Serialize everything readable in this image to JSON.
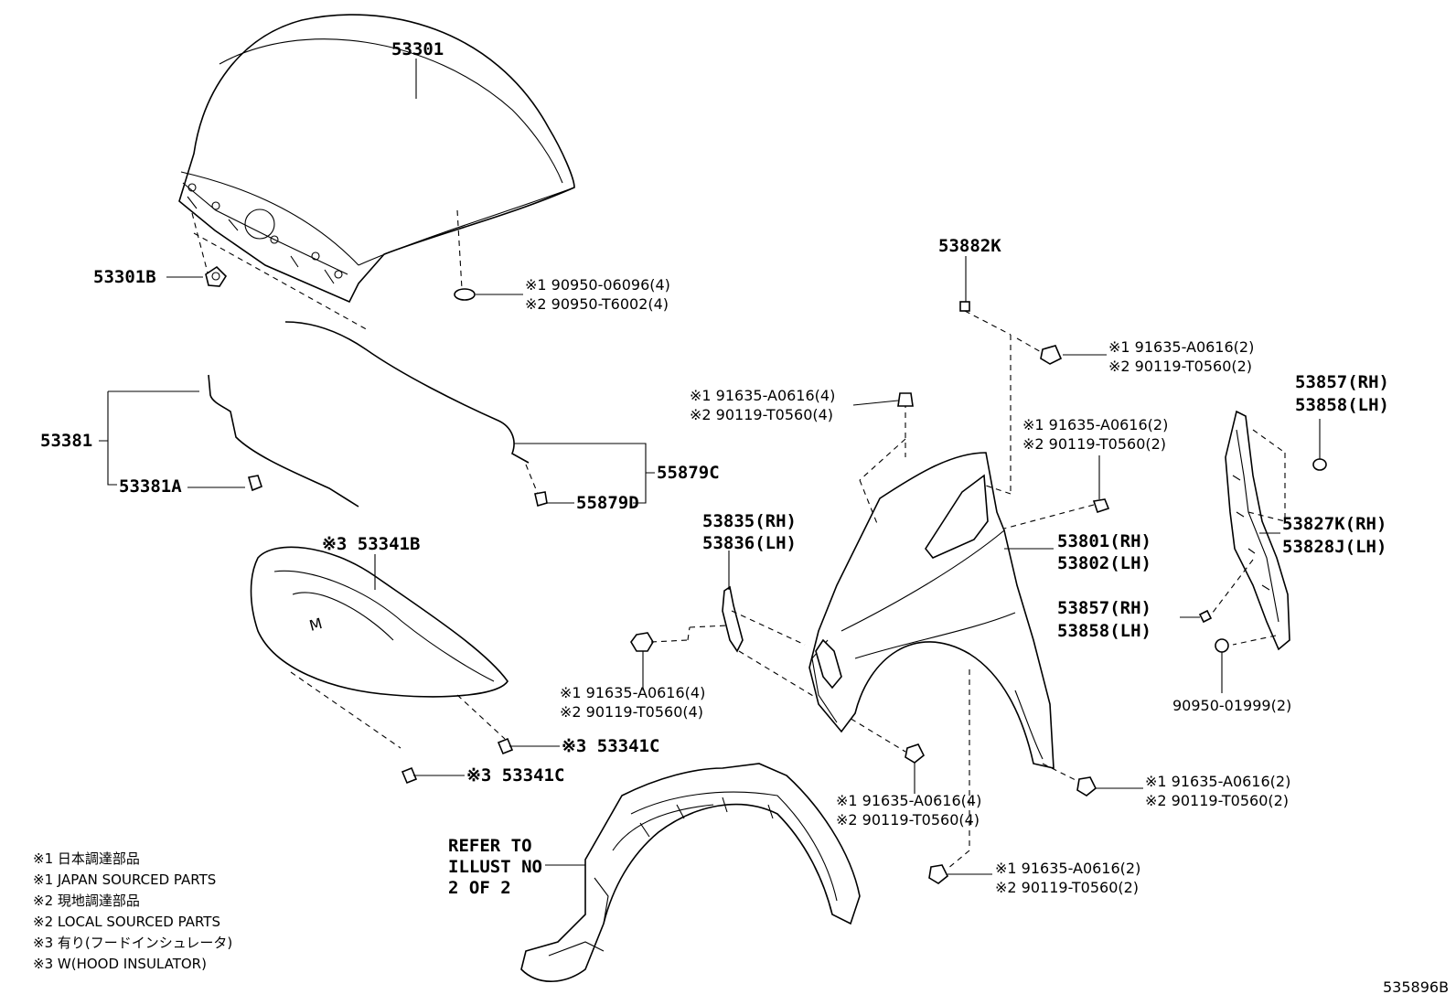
{
  "labels": {
    "hood": "53301",
    "hood_cushion": "53301B",
    "hood_plug_1": "※1 90950-06096(4)",
    "hood_plug_2": "※2 90950-T6002(4)",
    "seal_group": "53381",
    "seal_clip": "53381A",
    "rear_seal_group": "55879C",
    "rear_seal_clip": "55879D",
    "insulator": "※3 53341B",
    "insulator_clip_a": "※3 53341C",
    "insulator_clip_b": "※3 53341C",
    "bracket_rh": "53835(RH)",
    "bracket_lh": "53836(LH)",
    "bolt_bracket_1": "※1 91635-A0616(4)",
    "bolt_bracket_2": "※2 90119-T0560(4)",
    "bolt_fender_top_1": "※1 91635-A0616(4)",
    "bolt_fender_top_2": "※2 90119-T0560(4)",
    "nut_882k": "53882K",
    "bolt_upper_1": "※1 91635-A0616(2)",
    "bolt_upper_2": "※2 90119-T0560(2)",
    "bolt_mid_1": "※1 91635-A0616(2)",
    "bolt_mid_2": "※2 90119-T0560(2)",
    "fender_rh": "53801(RH)",
    "fender_lh": "53802(LH)",
    "seal_plug_rh": "53857(RH)",
    "seal_plug_lh": "53858(LH)",
    "liner_rh": "53827K(RH)",
    "liner_lh": "53828J(LH)",
    "clip_rh": "53857(RH)",
    "clip_lh": "53858(LH)",
    "grommet": "90950-01999(2)",
    "bolt_lower_1": "※1 91635-A0616(4)",
    "bolt_lower_2": "※2 90119-T0560(4)",
    "bolt_rear_1": "※1 91635-A0616(2)",
    "bolt_rear_2": "※2 90119-T0560(2)",
    "bolt_bottom_1": "※1 91635-A0616(2)",
    "bolt_bottom_2": "※2 90119-T0560(2)",
    "refer_1": "REFER TO",
    "refer_2": "ILLUST NO",
    "refer_3": "2 OF 2",
    "illustration_code": "535896B"
  },
  "notes": [
    "※1 日本調達部品",
    "※1 JAPAN SOURCED PARTS",
    "※2 現地調達部品",
    "※2 LOCAL SOURCED PARTS",
    "※3 有り(フードインシュレータ)",
    "※3 W(HOOD INSULATOR)"
  ]
}
